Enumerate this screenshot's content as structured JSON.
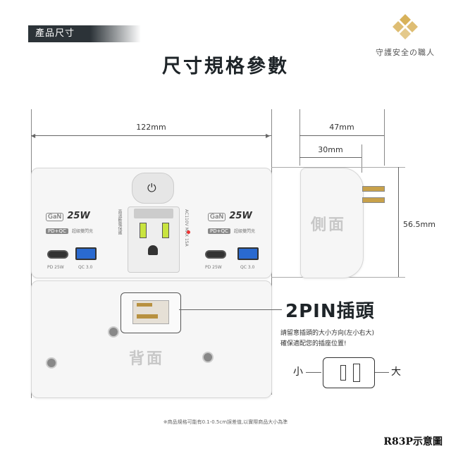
{
  "header": {
    "tag": "產品尺寸",
    "title": "尺寸規格參數"
  },
  "brand": {
    "text": "守護安全の職人",
    "color": "#d8b25a"
  },
  "dimensions": {
    "width": "122mm",
    "depth": "47mm",
    "plug_depth": "30mm",
    "height": "56.5mm"
  },
  "front": {
    "left": {
      "gan": "GaN",
      "watt": "25W",
      "pdqc": "PD+QC",
      "fast": "超級雙閃充",
      "c_label": "PD 25W",
      "a_label": "QC 3.0"
    },
    "right": {
      "gan": "GaN",
      "watt": "25W",
      "pdqc": "PD+QC",
      "fast": "超級雙閃充",
      "c_label": "PD 25W",
      "a_label": "QC 3.0"
    },
    "center_note": "高溫斷電保護",
    "rating": "AC110V MAX 15A"
  },
  "labels": {
    "side": "側面",
    "back": "背面"
  },
  "pin": {
    "title": "2PIN插頭",
    "note1": "請留意插頭的大小方向(左小右大)",
    "note2": "確保適配您的插座位置!",
    "small": "小",
    "large": "大"
  },
  "footer": {
    "note": "※商品規格可能有0.1-0.5cm誤差值,以實際商品大小為準",
    "model": "R83P示意圖"
  }
}
